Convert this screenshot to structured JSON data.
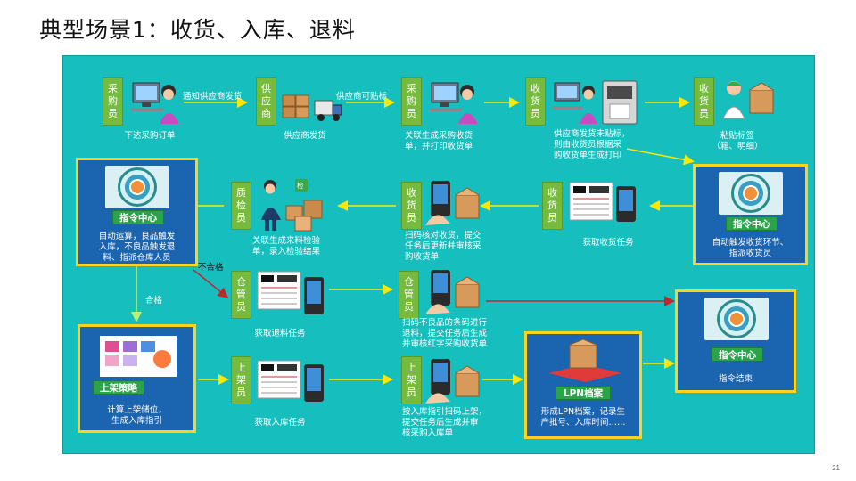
{
  "title": "典型场景1：收货、入库、退料",
  "page_number": "21",
  "colors": {
    "panel": "#17bebe",
    "role": "#76bb3e",
    "command": "#1b64b0",
    "command_border": "#ffd21f",
    "arrow": "#ffe800",
    "reject_arrow": "#c0272d"
  },
  "roles": {
    "purchaser1": [
      "采",
      "购",
      "员"
    ],
    "supplier": [
      "供",
      "应",
      "商"
    ],
    "purchaser2": [
      "采",
      "购",
      "员"
    ],
    "receiver1": [
      "收",
      "货",
      "员"
    ],
    "receiver2": [
      "收",
      "货",
      "员"
    ],
    "inspector": [
      "质",
      "检",
      "员"
    ],
    "receiver3": [
      "收",
      "货",
      "员"
    ],
    "receiver4": [
      "收",
      "货",
      "员"
    ],
    "warehouse1": [
      "仓",
      "管",
      "员"
    ],
    "warehouse2": [
      "仓",
      "管",
      "员"
    ],
    "putaway1": [
      "上",
      "架",
      "员"
    ],
    "putaway2": [
      "上",
      "架",
      "员"
    ]
  },
  "captions": {
    "purchaser1": "下达采购订单",
    "supplier": "供应商发货",
    "purchaser2": "关联生成采购收货单，并打印收货单",
    "receiver1": "供应商发货未贴标，则由收货员根据采购收货单生成打印",
    "receiver2": "粘贴标签（箱、明细）",
    "command1": "自动运算，良品触发入库，不良品触发退料、指派仓库人员",
    "inspector": "关联生成来料检验单，录入检验结果",
    "receiver3": "扫码核对收货，提交任务后更新并审核采购收货单",
    "receiver4": "获取收货任务",
    "command2": "自动触发收货环节、指派收货员",
    "warehouse1": "获取退料任务",
    "warehouse2": "扫码不良品的条码进行退料，提交任务后生成并审核红字采购收货单",
    "command3": "指令结束",
    "strategy": "计算上架储位，生成入库指引",
    "putaway1": "获取入库任务",
    "putaway2": "按入库指引扫码上架，提交任务后生成并审核采购入库单",
    "lpn": "形成LPN档案，记录生产批号、入库时间……"
  },
  "caption_lines": {
    "purchaser2": [
      "关联生成采购收货",
      "单，并打印收货单"
    ],
    "receiver1": [
      "供应商发货未贴标，",
      "则由收货员根据采",
      "购收货单生成打印"
    ],
    "receiver2": [
      "粘贴标签",
      "（箱、明细）"
    ],
    "command1": [
      "自动运算，良品触发",
      "入库，不良品触发退",
      "料、指派仓库人员"
    ],
    "inspector": [
      "关联生成来料检验",
      "单，录入检验结果"
    ],
    "receiver3": [
      "扫码核对收货，提交",
      "任务后更新并审核采",
      "购收货单"
    ],
    "command2": [
      "自动触发收货环节、",
      "指派收货员"
    ],
    "warehouse2": [
      "扫码不良品的条码进行",
      "退料，提交任务后生成",
      "并审核红字采购收货单"
    ],
    "strategy": [
      "计算上架储位，",
      "生成入库指引"
    ],
    "putaway2": [
      "按入库指引扫码上架，",
      "提交任务后生成并审",
      "核采购入库单"
    ],
    "lpn": [
      "形成LPN档案，记录生",
      "产批号、入库时间……"
    ]
  },
  "arrow_labels": {
    "notify_supplier": "通知供应商发货",
    "supplier_label": "供应商可贴标",
    "rejected": "不合格",
    "qualified": "合格"
  },
  "command_center_label": "指令中心",
  "strategy_label": "上架策略",
  "lpn_label": "LPN档案",
  "check_badge": "检"
}
